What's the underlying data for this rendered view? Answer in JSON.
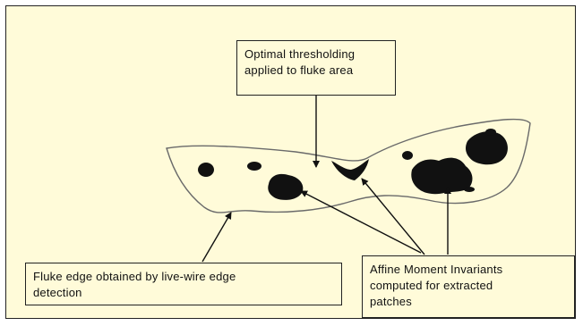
{
  "callouts": {
    "top": {
      "line1": "Optimal thresholding",
      "line2": "applied to fluke area"
    },
    "left": {
      "line1": "Fluke edge obtained by live-wire edge",
      "line2": "detection"
    },
    "right": {
      "line1": "Affine Moment Invariants",
      "line2": "computed for extracted",
      "line3": "patches"
    }
  },
  "colors": {
    "background": "#fffbd9",
    "ink": "#111111",
    "outline": "#6a6a6a"
  }
}
